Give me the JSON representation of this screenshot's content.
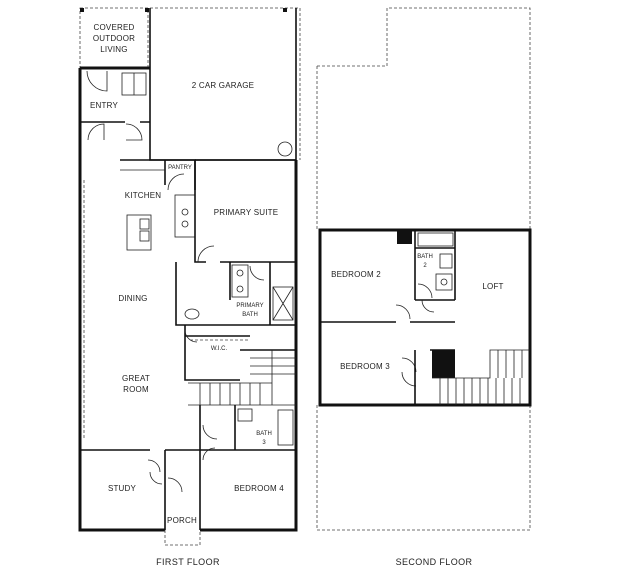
{
  "floors": {
    "first": {
      "caption": "FIRST FLOOR",
      "rooms": {
        "covered_outdoor_living": [
          "COVERED",
          "OUTDOOR",
          "LIVING"
        ],
        "garage": "2 CAR GARAGE",
        "entry": "ENTRY",
        "pantry": "PANTRY",
        "kitchen": "KITCHEN",
        "primary_suite": "PRIMARY SUITE",
        "dining": "DINING",
        "primary_bath": [
          "PRIMARY",
          "BATH"
        ],
        "wic": "W.I.C.",
        "great_room": [
          "GREAT",
          "ROOM"
        ],
        "bath3": [
          "BATH",
          "3"
        ],
        "study": "STUDY",
        "porch": "PORCH",
        "bedroom4": "BEDROOM 4"
      }
    },
    "second": {
      "caption": "SECOND FLOOR",
      "rooms": {
        "bedroom2": "BEDROOM 2",
        "bath2": [
          "BATH",
          "2"
        ],
        "loft": "LOFT",
        "bedroom3": "BEDROOM 3"
      }
    }
  }
}
